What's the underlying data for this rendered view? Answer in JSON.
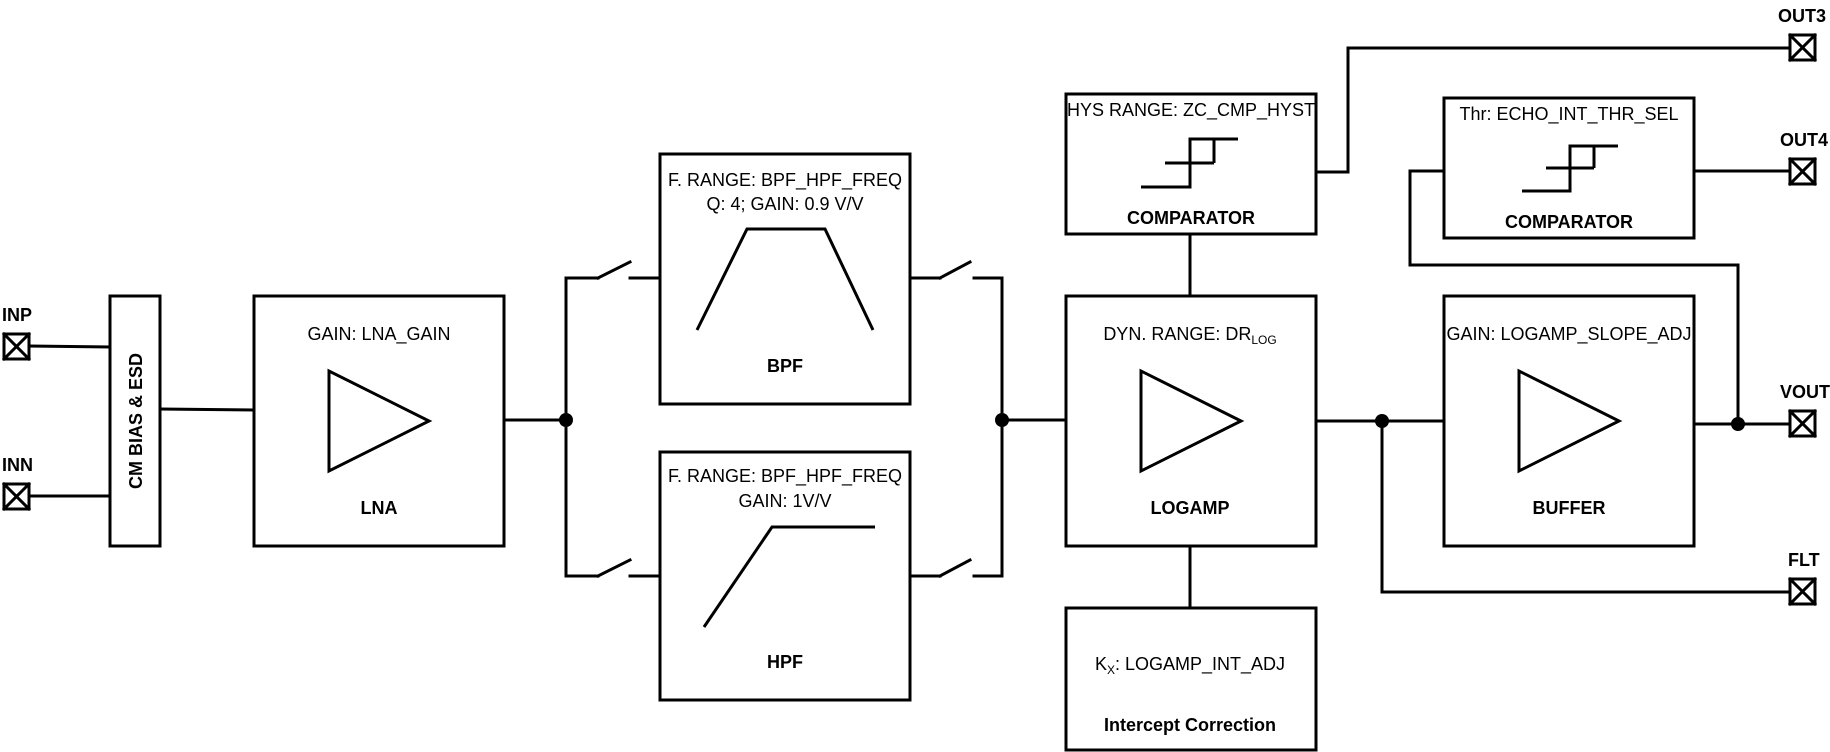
{
  "pins": {
    "inp": "INP",
    "inn": "INN",
    "out3": "OUT3",
    "out4": "OUT4",
    "vout": "VOUT",
    "flt": "FLT"
  },
  "cm_bias": {
    "label": "CM BIAS &  ESD"
  },
  "lna": {
    "param": "GAIN: LNA_GAIN",
    "name": "LNA"
  },
  "bpf": {
    "param1": "F. RANGE: BPF_HPF_FREQ",
    "param2": "Q: 4; GAIN: 0.9 V/V",
    "name": "BPF"
  },
  "hpf": {
    "param1": "F. RANGE: BPF_HPF_FREQ",
    "param2": "GAIN: 1V/V",
    "name": "HPF"
  },
  "comp1": {
    "param": "HYS RANGE: ZC_CMP_HYST",
    "name": "COMPARATOR"
  },
  "comp2": {
    "param": "Thr: ECHO_INT_THR_SEL",
    "name": "COMPARATOR"
  },
  "logamp": {
    "param_main": "DYN. RANGE: DR",
    "param_sub": "LOG",
    "name": "LOGAMP"
  },
  "buffer": {
    "param": "GAIN: LOGAMP_SLOPE_ADJ",
    "name": "BUFFER"
  },
  "intercept": {
    "param_main": "K",
    "param_sub": "X",
    "param_rest": ": LOGAMP_INT_ADJ",
    "name": "Intercept Correction"
  }
}
